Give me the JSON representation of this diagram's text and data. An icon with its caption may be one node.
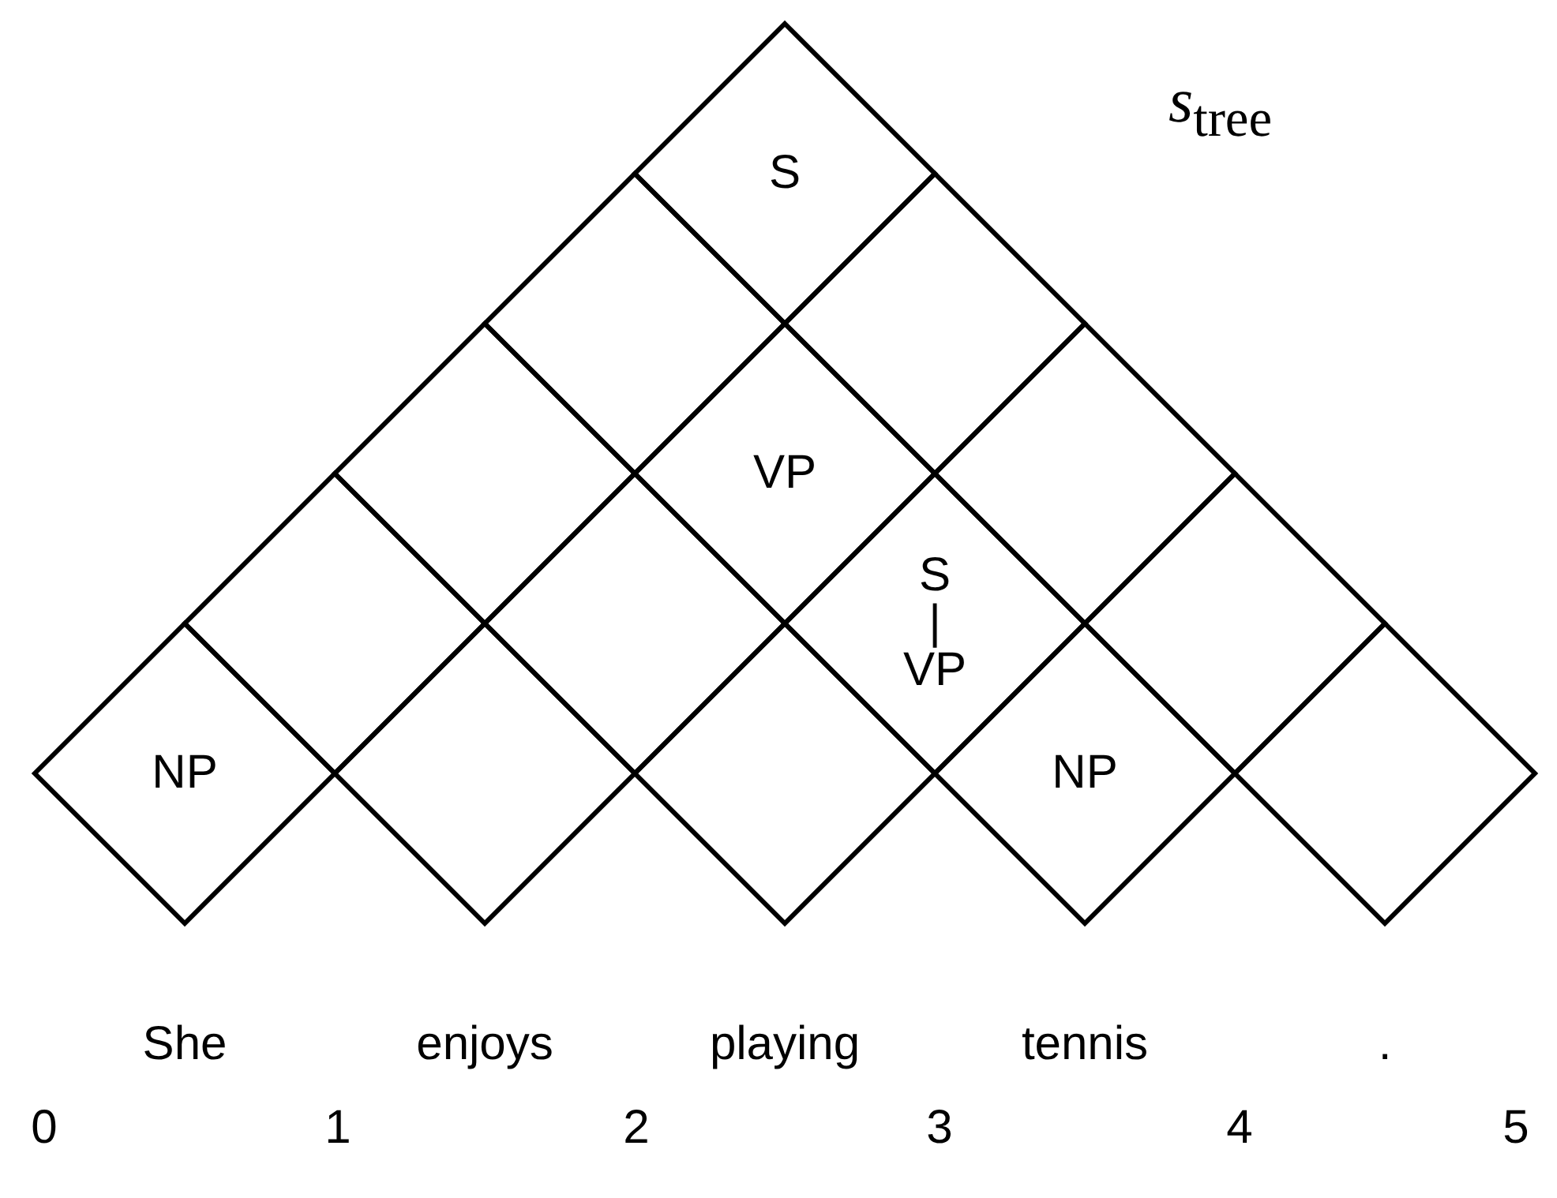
{
  "diagram": {
    "nodes": [
      {
        "text": [
          "S"
        ]
      },
      {
        "text": [],
        "shape": "diamond"
      },
      {
        "text": [],
        "shape": "diamond"
      },
      {
        "text": [],
        "shape": "diamond"
      },
      {
        "text": [
          "VP"
        ]
      },
      {
        "text": [],
        "shape": "diamond"
      },
      {
        "text": [],
        "shape": "diamond"
      },
      {
        "text": [],
        "shape": "diamond"
      },
      {
        "text": [
          "S | VP"
        ]
      },
      {
        "text": [],
        "shape": "diamond"
      },
      {
        "text": [
          "NP"
        ]
      },
      {
        "text": [],
        "shape": "diamond"
      },
      {
        "text": [],
        "shape": "diamond"
      },
      {
        "text": [
          "NP"
        ]
      },
      {
        "text": [],
        "shape": "diamond"
      }
    ],
    "labels": [
      "*s*$_{tree}$",
      "She",
      "enjoys",
      "playing",
      "tennis",
      ".",
      "0",
      "1",
      "2",
      "3",
      "4",
      "5"
    ]
  }
}
